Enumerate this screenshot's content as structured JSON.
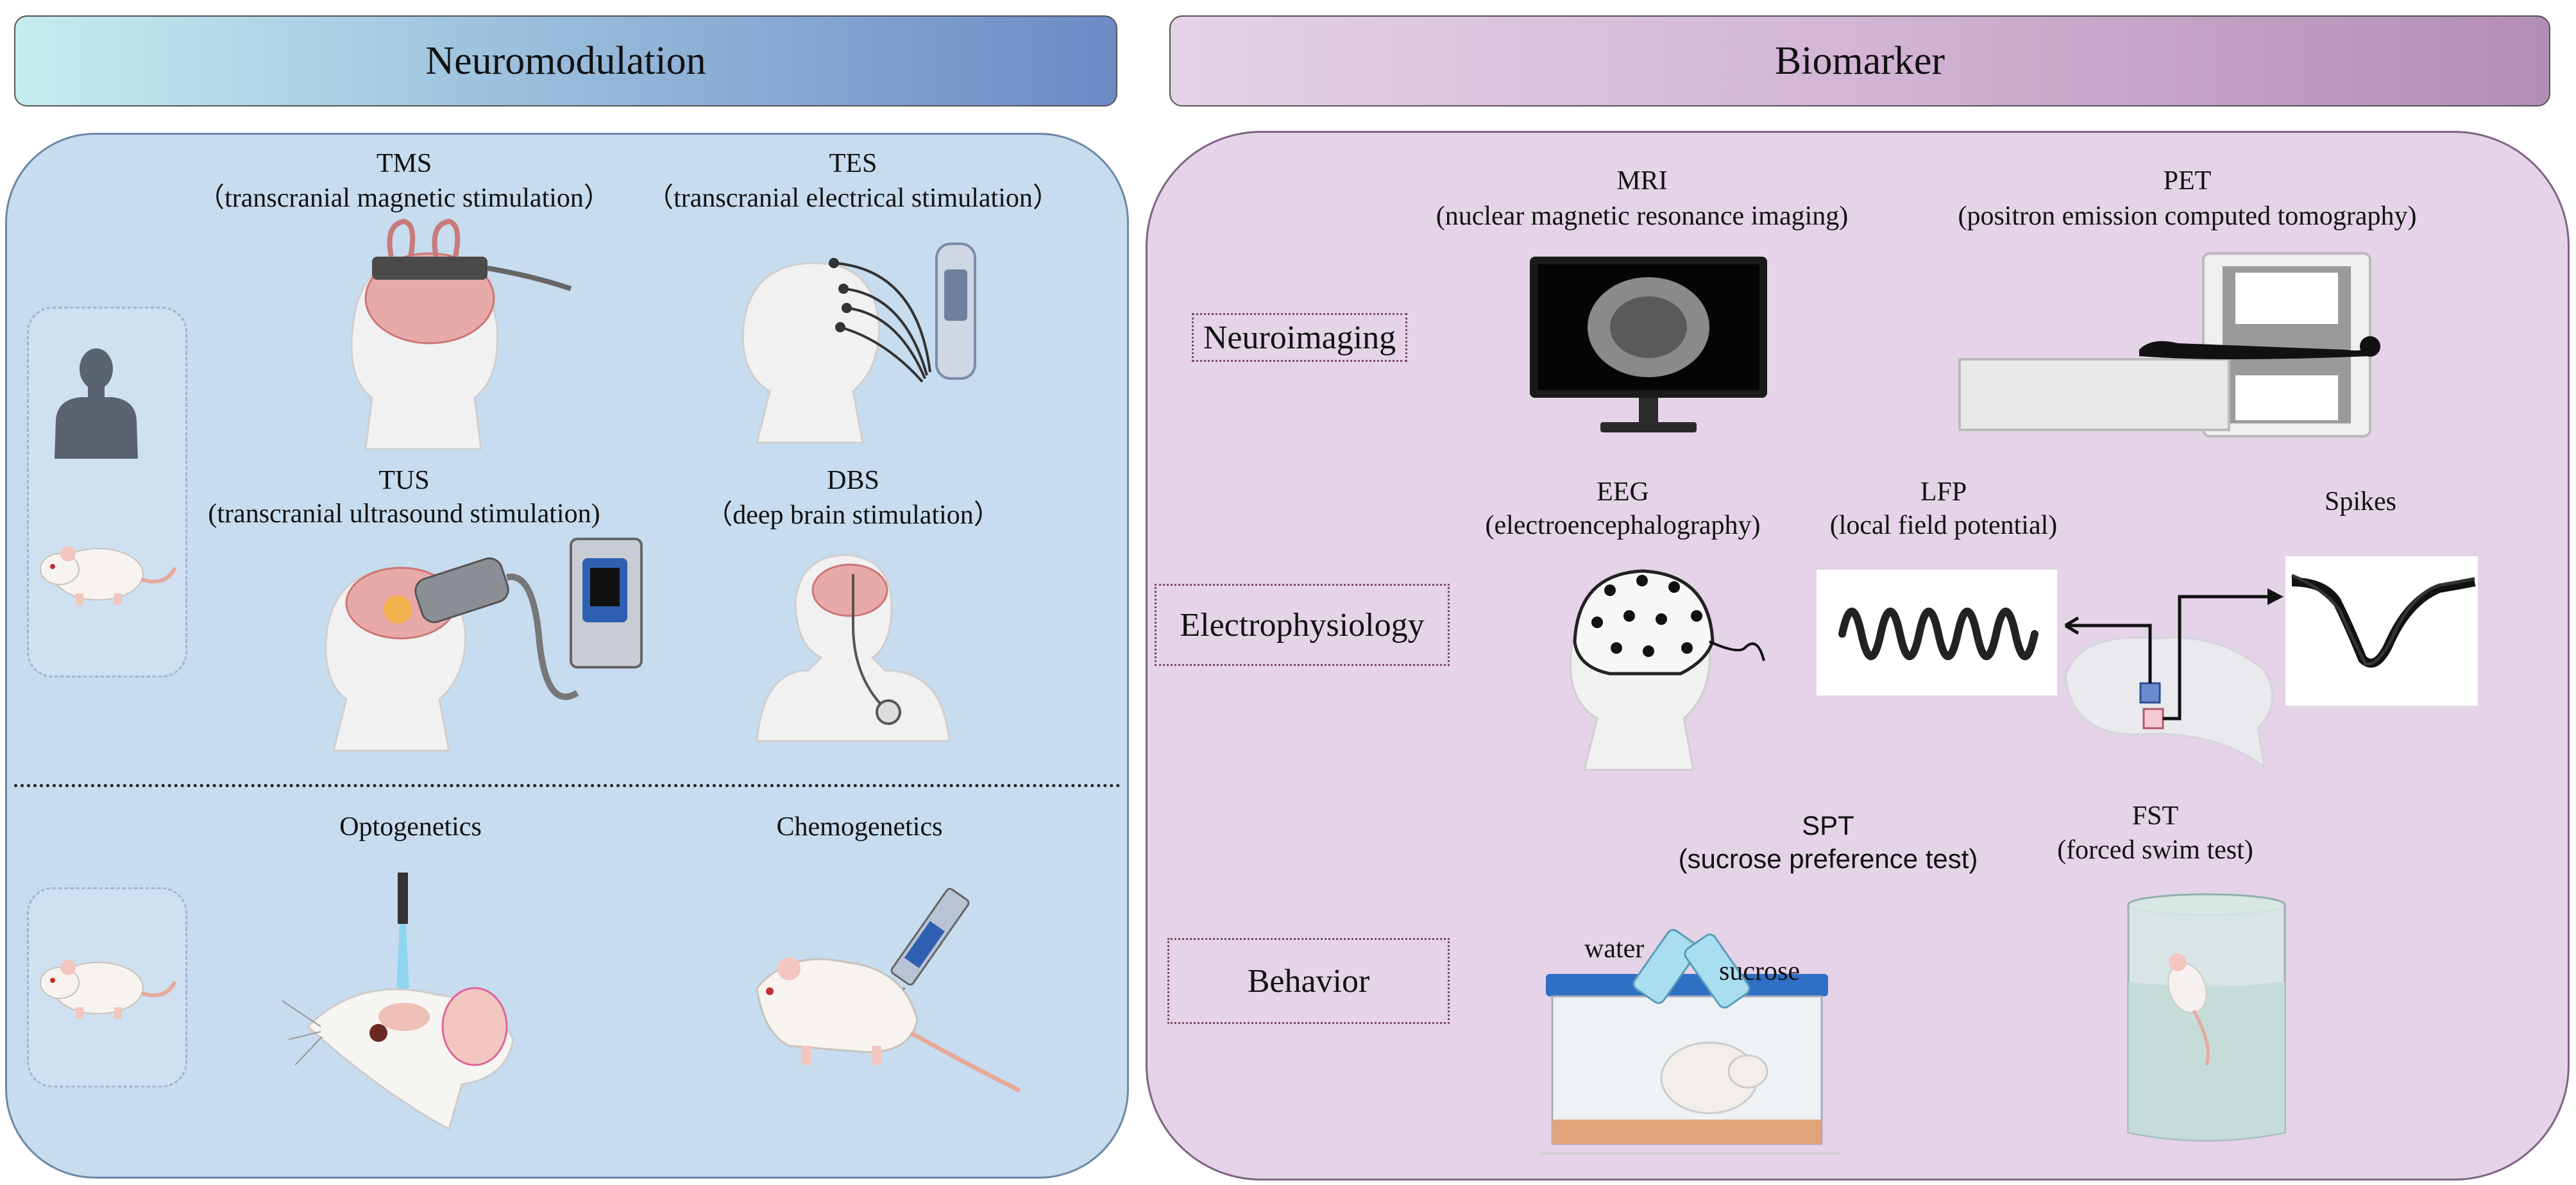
{
  "headers": {
    "left": "Neuromodulation",
    "right": "Biomarker"
  },
  "neuromodulation": {
    "tms": {
      "abbr": "TMS",
      "full": "（transcranial magnetic stimulation）"
    },
    "tes": {
      "abbr": "TES",
      "full": "（transcranial electrical stimulation）"
    },
    "tus": {
      "abbr": "TUS",
      "full": "(transcranial ultrasound stimulation)"
    },
    "dbs": {
      "abbr": "DBS",
      "full": "（deep brain stimulation）"
    },
    "optogenetics": "Optogenetics",
    "chemogenetics": "Chemogenetics"
  },
  "biomarker": {
    "categories": {
      "neuroimaging": "Neuroimaging",
      "electrophysiology": "Electrophysiology",
      "behavior": "Behavior"
    },
    "mri": {
      "abbr": "MRI",
      "full": "(nuclear magnetic resonance imaging)"
    },
    "pet": {
      "abbr": "PET",
      "full": "(positron emission computed tomography)"
    },
    "eeg": {
      "abbr": "EEG",
      "full": "(electroencephalography)"
    },
    "lfp": {
      "abbr": "LFP",
      "full": "(local field potential)"
    },
    "spikes": "Spikes",
    "spt": {
      "abbr": "SPT",
      "full": "(sucrose preference test)",
      "water": "water",
      "sucrose": "sucrose"
    },
    "fst": {
      "abbr": "FST",
      "full": "(forced swim test)"
    }
  },
  "colors": {
    "left_panel": "#c7dcee",
    "right_panel": "#e5d3e8",
    "brain": "#e8a9a9",
    "device_blue": "#2f5fb0"
  }
}
